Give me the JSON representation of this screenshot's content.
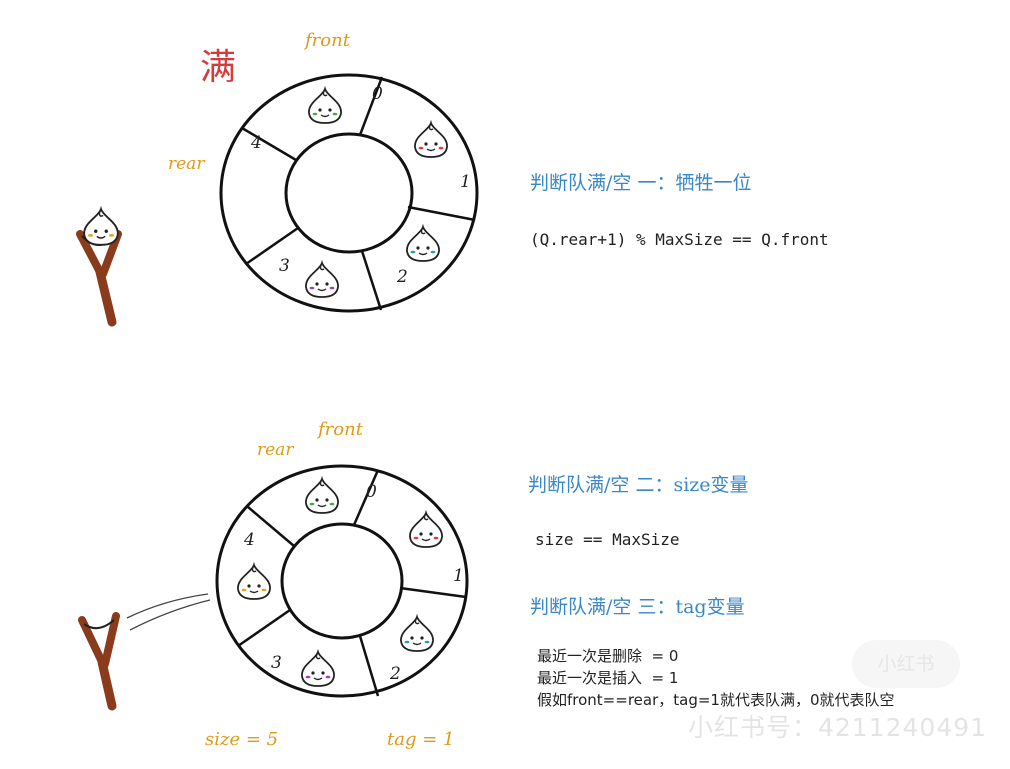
{
  "diagram": {
    "full_label": "满",
    "queue1": {
      "front_label": "front",
      "rear_label": "rear",
      "slot_labels": [
        "0",
        "1",
        "2",
        "3",
        "4"
      ]
    },
    "queue2": {
      "front_label": "front",
      "rear_label": "rear",
      "slot_labels": [
        "0",
        "1",
        "2",
        "3",
        "4"
      ],
      "size_label": "size = 5",
      "tag_label": "tag = 1"
    },
    "method1": {
      "heading": "判断队满/空 一：牺牲一位",
      "formula": "(Q.rear+1) % MaxSize == Q.front"
    },
    "method2": {
      "heading": "判断队满/空 二：size变量",
      "formula": "size == MaxSize"
    },
    "method3": {
      "heading": "判断队满/空 三：tag变量",
      "lines": [
        "最近一次是删除  = 0",
        "最近一次是插入  = 1",
        "假如front==rear，tag=1就代表队满，0就代表队空"
      ]
    },
    "colors": {
      "accent_orange": "#e09a1a",
      "heading_blue": "#3a87c8",
      "full_red": "#d83a3a",
      "slingshot_brown": "#8a3b1c"
    },
    "icons": [
      "dumpling-face-icon",
      "slingshot-icon"
    ]
  },
  "watermark": {
    "logo_text": "小红书",
    "id_text": "小红书号：4211240491"
  }
}
